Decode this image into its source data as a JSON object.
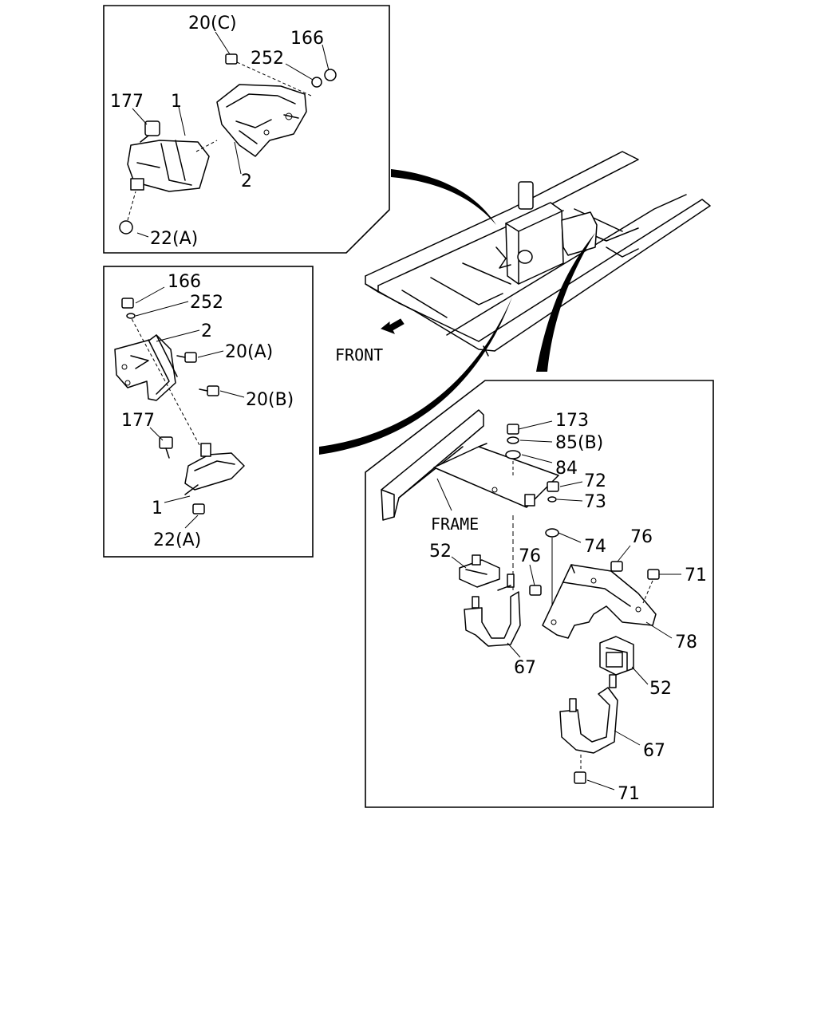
{
  "labels": {
    "top": {
      "p20c": "20(C)",
      "p166": "166",
      "p252": "252",
      "p177": "177",
      "p1": "1",
      "p2": "2",
      "p22a": "22(A)"
    },
    "left": {
      "p166": "166",
      "p252": "252",
      "p2": "2",
      "p20a": "20(A)",
      "p20b": "20(B)",
      "p177": "177",
      "p1": "1",
      "p22a": "22(A)"
    },
    "center": {
      "front": "FRONT"
    },
    "right": {
      "p173": "173",
      "p85b": "85(B)",
      "p84": "84",
      "p72": "72",
      "p73": "73",
      "frame": "FRAME",
      "p74": "74",
      "p52a": "52",
      "p76a": "76",
      "p76b": "76",
      "p71a": "71",
      "p78": "78",
      "p52b": "52",
      "p67a": "67",
      "p67b": "67",
      "p71b": "71"
    }
  }
}
